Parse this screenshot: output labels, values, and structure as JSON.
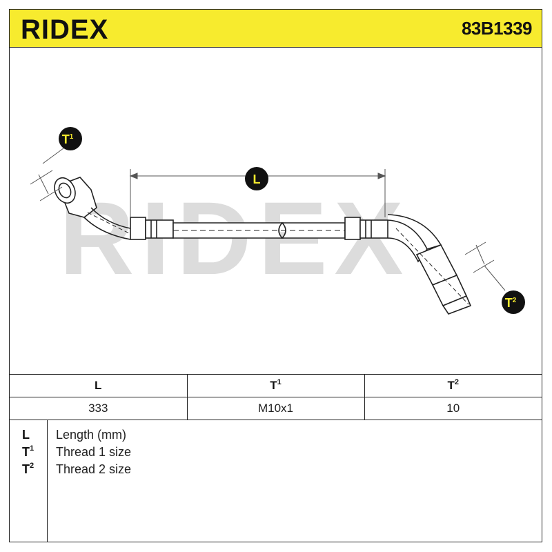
{
  "header": {
    "brand": "RIDEX",
    "part_number": "83B1339",
    "colors": {
      "header_bg": "#f7eb2e",
      "badge": "#111111",
      "badge_text": "#f7eb2e",
      "watermark": "#d9d9d9"
    }
  },
  "drawing": {
    "watermark": "RIDEX",
    "labels": {
      "t1": "T",
      "t1_sup": "1",
      "t2": "T",
      "t2_sup": "2",
      "l": "L"
    }
  },
  "table": {
    "headers": [
      {
        "main": "L",
        "sup": ""
      },
      {
        "main": "T",
        "sup": "1"
      },
      {
        "main": "T",
        "sup": "2"
      }
    ],
    "values": [
      "333",
      "M10x1",
      "10"
    ]
  },
  "legend": [
    {
      "key": "L",
      "sup": "",
      "desc": "Length (mm)"
    },
    {
      "key": "T",
      "sup": "1",
      "desc": "Thread 1 size"
    },
    {
      "key": "T",
      "sup": "2",
      "desc": "Thread 2 size"
    }
  ]
}
